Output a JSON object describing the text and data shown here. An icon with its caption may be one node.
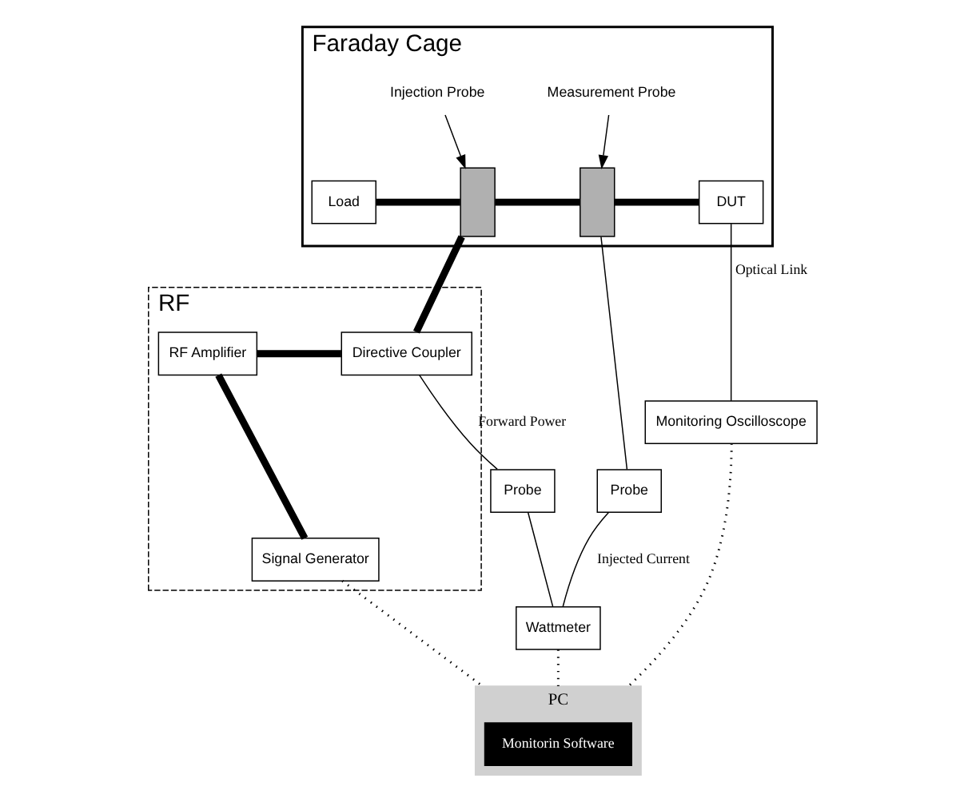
{
  "diagram": {
    "nodes": [
      {
        "text": [
          "Faraday Cage"
        ]
      },
      {
        "text": [
          "Injection Probe"
        ],
        "in": 0
      },
      {
        "text": [
          "Measurement Probe"
        ],
        "in": 0
      },
      {
        "text": [
          "Load"
        ],
        "in": 0
      },
      {
        "text": [],
        "shape": "box",
        "in": 0
      },
      {
        "text": [],
        "shape": "box",
        "in": 0
      },
      {
        "text": [
          "DUT"
        ],
        "in": 0
      },
      {
        "text": [
          "RF"
        ]
      },
      {
        "text": [
          "RF Amplifier"
        ],
        "in": 7
      },
      {
        "text": [
          "Directive Coupler"
        ],
        "in": 7
      },
      {
        "text": [
          "Signal Generator"
        ],
        "in": 7
      },
      {
        "text": [
          "Monitoring Oscilloscope"
        ]
      },
      {
        "text": [
          "Probe"
        ]
      },
      {
        "text": [
          "Probe"
        ]
      },
      {
        "text": [
          "Wattmeter"
        ]
      },
      {
        "text": [
          "PC"
        ]
      },
      {
        "text": [
          "Monitorin Software"
        ],
        "in": 15
      }
    ],
    "edges": [
      {
        "from": 1,
        "to": 4,
        "arrow": "to"
      },
      {
        "from": 2,
        "to": 5,
        "arrow": "to"
      },
      {
        "from": 3,
        "to": 4,
        "arrow": "none",
        "style": "thick"
      },
      {
        "from": 4,
        "to": 5,
        "arrow": "none",
        "style": "thick"
      },
      {
        "from": 5,
        "to": 6,
        "arrow": "none",
        "style": "thick"
      },
      {
        "from": 4,
        "to": 9,
        "arrow": "none",
        "style": "thick"
      },
      {
        "from": 8,
        "to": 9,
        "arrow": "none",
        "style": "thick"
      },
      {
        "from": 8,
        "to": 10,
        "arrow": "none",
        "style": "thick"
      },
      {
        "from": 9,
        "to": 12,
        "arrow": "none",
        "label": "Forward Power"
      },
      {
        "from": 5,
        "to": 13,
        "arrow": "none"
      },
      {
        "from": 12,
        "to": 14,
        "arrow": "none"
      },
      {
        "from": 14,
        "to": 13,
        "arrow": "none",
        "label": "Injected Current"
      },
      {
        "from": 6,
        "to": 11,
        "arrow": "none",
        "label": "Optical Link"
      },
      {
        "from": 11,
        "to": 15,
        "arrow": "none",
        "style": "dashed"
      },
      {
        "from": 10,
        "to": 15,
        "arrow": "none",
        "style": "dashed"
      },
      {
        "from": 14,
        "to": 15,
        "arrow": "none",
        "style": "dashed"
      }
    ]
  }
}
